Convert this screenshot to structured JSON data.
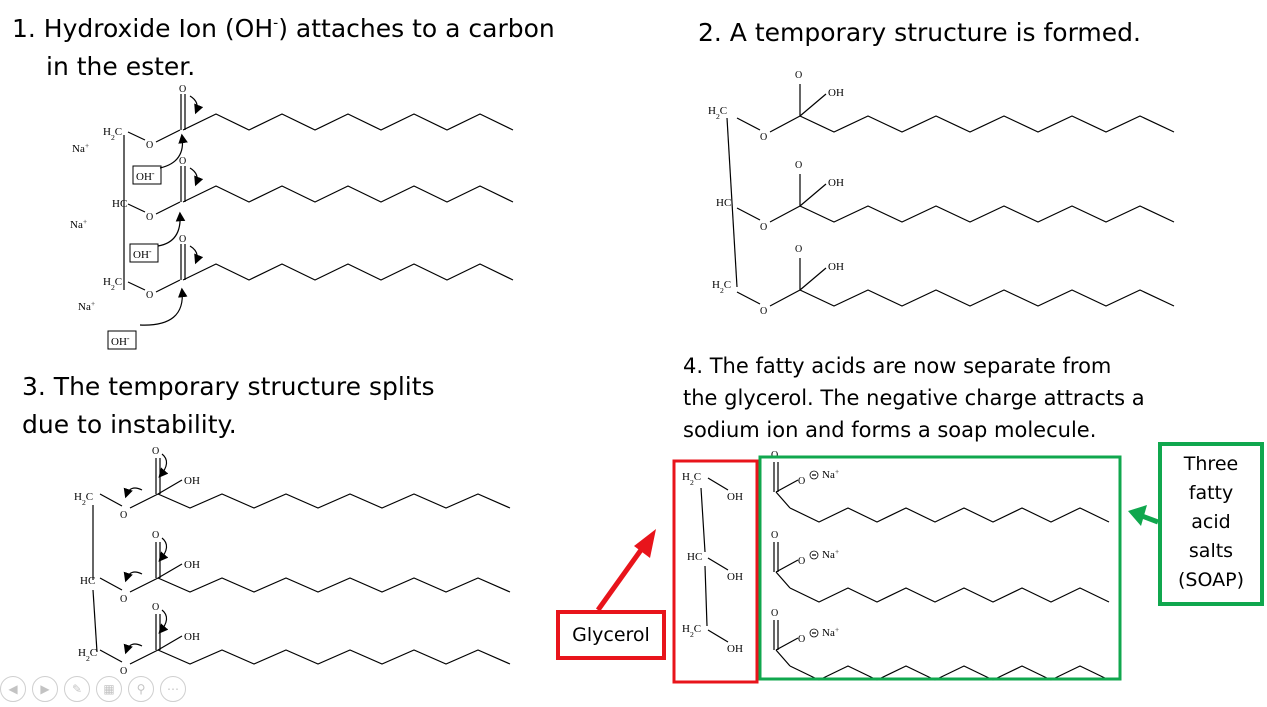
{
  "steps": {
    "s1": {
      "line1_a": "1. Hydroxide Ion (OH",
      "line1_sup": "-",
      "line1_b": ") attaches to a carbon",
      "line2": "in the ester."
    },
    "s2": {
      "text": "2. A temporary structure is formed."
    },
    "s3": {
      "line1": "3. The temporary structure splits",
      "line2": "due to instability."
    },
    "s4": {
      "line1": "4. The fatty acids are now separate from",
      "line2": "the glycerol. The negative charge attracts a",
      "line3": "sodium ion and forms a soap molecule."
    }
  },
  "labels": {
    "glycerol": "Glycerol",
    "soap": [
      "Three",
      "fatty",
      "acid",
      "salts",
      "(SOAP)"
    ]
  },
  "chem": {
    "na": "Na",
    "plus": "+",
    "oh_ion": "OH",
    "minus": "-",
    "o": "O",
    "oh": "OH",
    "h2c": "H",
    "h2c_sub": "2",
    "h2c_c": "C",
    "hc": "HC",
    "o_minus": "O",
    "na_plus": "Na+"
  },
  "colors": {
    "glycerol_box": "#e8141b",
    "soap_box": "#10a74e",
    "arrow_red": "#e8141b",
    "arrow_green": "#10a74e"
  },
  "controls": [
    "prev-icon",
    "next-icon",
    "pen-icon",
    "slides-icon",
    "zoom-icon",
    "more-icon"
  ]
}
